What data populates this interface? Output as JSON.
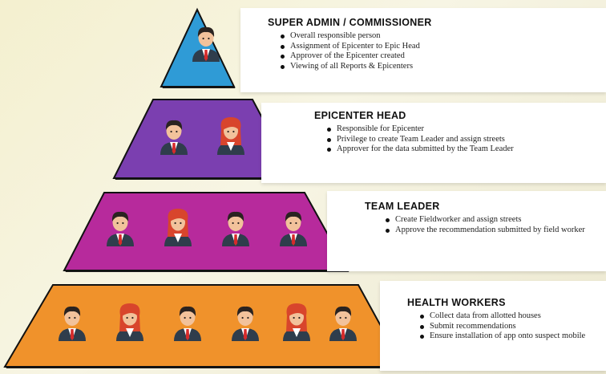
{
  "tiers": [
    {
      "title": "SUPER ADMIN / COMMISSIONER",
      "color": "#2f9bd6",
      "people": [
        "man"
      ],
      "bullets": [
        "Overall responsible person",
        "Assignment of Epicenter to Epic Head",
        "Approver of the Epicenter created",
        "Viewing of all Reports & Epicenters"
      ]
    },
    {
      "title": "EPICENTER HEAD",
      "color": "#7b3fb0",
      "people": [
        "man",
        "woman"
      ],
      "bullets": [
        "Responsible for Epicenter",
        "Privilege to create Team Leader and assign streets",
        "Approver for the data submitted by the Team Leader"
      ]
    },
    {
      "title": "TEAM LEADER",
      "color": "#b72a9c",
      "people": [
        "man",
        "woman",
        "man",
        "man"
      ],
      "bullets": [
        "Create Fieldworker and assign streets",
        "Approve the recommendation submitted by field worker"
      ]
    },
    {
      "title": "HEALTH WORKERS",
      "color": "#f0922b",
      "people": [
        "man",
        "woman",
        "man",
        "man",
        "woman",
        "man"
      ],
      "bullets": [
        "Collect data from allotted houses",
        "Submit recommendations",
        "Ensure installation of app onto suspect mobile"
      ]
    }
  ]
}
